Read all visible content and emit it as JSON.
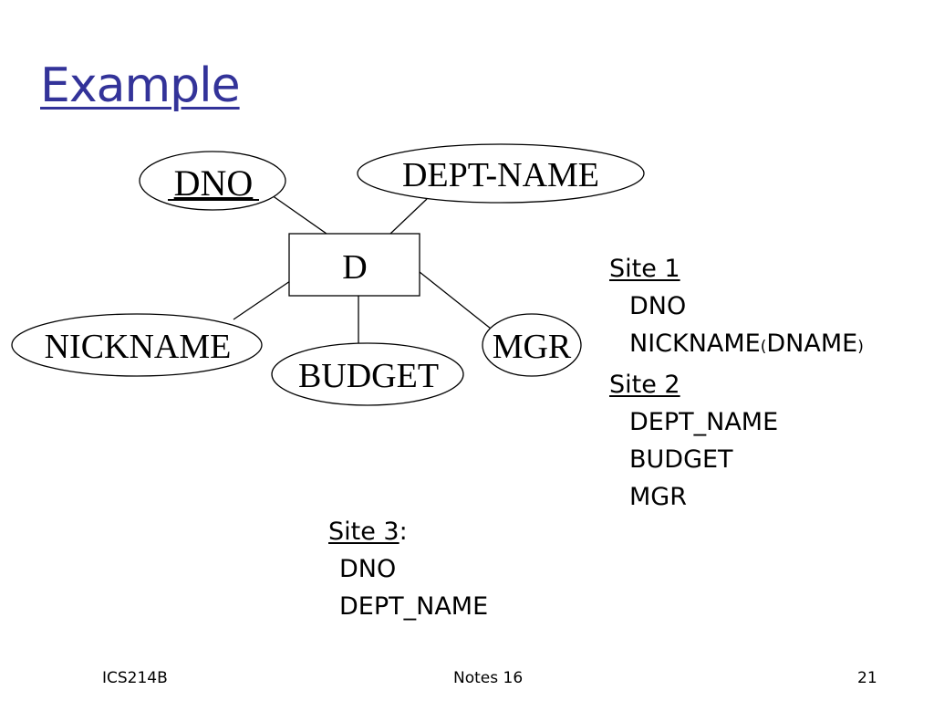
{
  "slide": {
    "title": "Example",
    "footer": {
      "left": "ICS214B",
      "center": "Notes 16",
      "right": "21"
    }
  },
  "diagram": {
    "entity": "D",
    "attributes": {
      "dno": "DNO",
      "dept_name": "DEPT-NAME",
      "nickname": "NICKNAME",
      "budget": "BUDGET",
      "mgr": "MGR"
    }
  },
  "sites": {
    "site1": {
      "label": "Site 1",
      "items": [
        "DNO",
        "NICKNAME"
      ],
      "paren_open": "(",
      "paren_inner": "DNAME",
      "paren_close": ")"
    },
    "site2": {
      "label": "Site 2",
      "items": [
        "DEPT_NAME",
        "BUDGET",
        "MGR"
      ]
    },
    "site3": {
      "label": "Site 3",
      "suffix": ":",
      "items": [
        "DNO",
        "DEPT_NAME"
      ]
    }
  }
}
